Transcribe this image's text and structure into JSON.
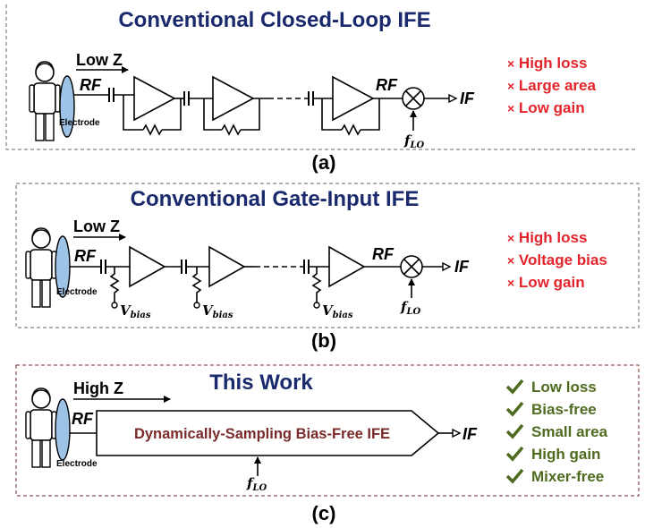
{
  "panel_a": {
    "title": "Conventional Closed-Loop IFE",
    "caption": "(a)",
    "impedance": "Low Z",
    "rf_in": "RF",
    "rf_out": "RF",
    "if_out": "IF",
    "electrode": "Electrode",
    "lo_symbol": "f",
    "lo_sub": "LO",
    "items": [
      "High loss",
      "Large area",
      "Low gain"
    ],
    "item_marker": "×"
  },
  "panel_b": {
    "title": "Conventional Gate-Input IFE",
    "caption": "(b)",
    "impedance": "Low Z",
    "rf_in": "RF",
    "rf_out": "RF",
    "if_out": "IF",
    "electrode": "Electrode",
    "bias_symbol": "V",
    "bias_sub": "bias",
    "lo_symbol": "f",
    "lo_sub": "LO",
    "items": [
      "High loss",
      "Voltage bias",
      "Low gain"
    ],
    "item_marker": "×"
  },
  "panel_c": {
    "title": "This Work",
    "caption": "(c)",
    "impedance": "High Z",
    "rf_in": "RF",
    "if_out": "IF",
    "electrode": "Electrode",
    "block_label": "Dynamically-Sampling Bias-Free IFE",
    "lo_symbol": "f",
    "lo_sub": "LO",
    "items": [
      "Low loss",
      "Bias-free",
      "Small area",
      "High gain",
      "Mixer-free"
    ]
  },
  "colors": {
    "title": "#1a2a6c",
    "bad": "#e3242b",
    "good": "#4e6b1f",
    "block_text": "#7a2a2a",
    "panel_c_border": "#7a2a2a",
    "electrode": "#9dc3e6"
  }
}
